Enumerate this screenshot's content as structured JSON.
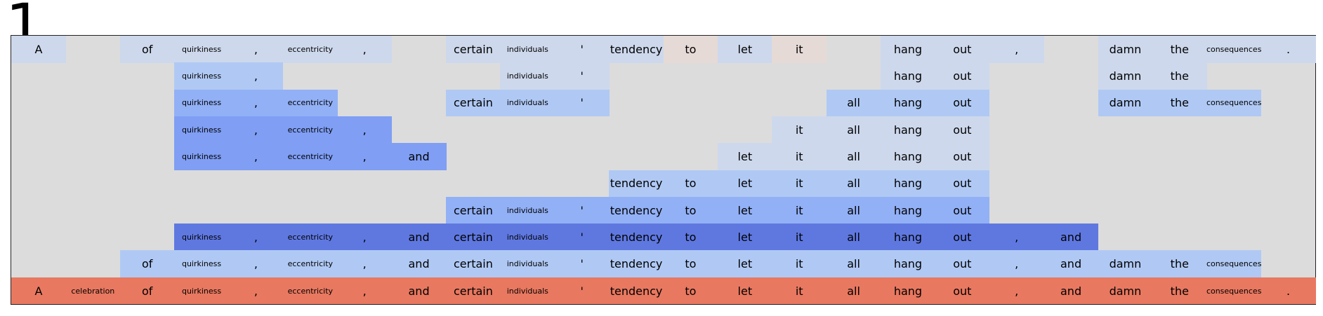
{
  "figure_number": "1",
  "tokens": [
    "A",
    "celebration",
    "of",
    "quirkiness",
    ",",
    "eccentricity",
    ",",
    "and",
    "certain",
    "individuals",
    "'",
    "tendency",
    "to",
    "let",
    "it",
    "all",
    "hang",
    "out",
    ",",
    "and",
    "damn",
    "the",
    "consequences",
    "."
  ],
  "small_tokens": [
    "celebration",
    "quirkiness",
    "eccentricity",
    "individuals",
    "consequences"
  ],
  "colors": {
    "background": "#dcdcdc",
    "levels": [
      "#dcdcdc",
      "#cdd8ec",
      "#b0c9f4",
      "#92b0f6",
      "#7f9ef4",
      "#5f78e0",
      "#e6dad6",
      "#e87860"
    ]
  },
  "rows": [
    [
      1,
      0,
      1,
      1,
      1,
      1,
      1,
      0,
      1,
      1,
      1,
      1,
      6,
      1,
      6,
      0,
      1,
      1,
      1,
      0,
      1,
      1,
      1,
      1
    ],
    [
      0,
      0,
      0,
      2,
      2,
      0,
      0,
      0,
      0,
      1,
      1,
      0,
      0,
      0,
      0,
      0,
      1,
      1,
      0,
      0,
      1,
      1,
      0,
      0
    ],
    [
      0,
      0,
      0,
      3,
      3,
      3,
      0,
      0,
      2,
      2,
      2,
      0,
      0,
      0,
      0,
      2,
      2,
      2,
      0,
      0,
      2,
      2,
      2,
      0
    ],
    [
      0,
      0,
      0,
      4,
      4,
      4,
      4,
      0,
      0,
      0,
      0,
      0,
      0,
      0,
      1,
      1,
      1,
      1,
      0,
      0,
      0,
      0,
      0,
      0
    ],
    [
      0,
      0,
      0,
      4,
      4,
      4,
      4,
      4,
      0,
      0,
      0,
      0,
      0,
      1,
      1,
      1,
      1,
      1,
      0,
      0,
      0,
      0,
      0,
      0
    ],
    [
      0,
      0,
      0,
      0,
      0,
      0,
      0,
      0,
      0,
      0,
      0,
      2,
      2,
      2,
      2,
      2,
      2,
      2,
      0,
      0,
      0,
      0,
      0,
      0
    ],
    [
      0,
      0,
      0,
      0,
      0,
      0,
      0,
      0,
      3,
      3,
      3,
      3,
      3,
      3,
      3,
      3,
      3,
      3,
      0,
      0,
      0,
      0,
      0,
      0
    ],
    [
      0,
      0,
      0,
      5,
      5,
      5,
      5,
      5,
      5,
      5,
      5,
      5,
      5,
      5,
      5,
      5,
      5,
      5,
      5,
      5,
      0,
      0,
      0,
      0
    ],
    [
      0,
      0,
      2,
      2,
      2,
      2,
      2,
      2,
      2,
      2,
      2,
      2,
      2,
      2,
      2,
      2,
      2,
      2,
      2,
      2,
      2,
      2,
      2,
      0
    ],
    [
      7,
      7,
      7,
      7,
      7,
      7,
      7,
      7,
      7,
      7,
      7,
      7,
      7,
      7,
      7,
      7,
      7,
      7,
      7,
      7,
      7,
      7,
      7,
      7
    ]
  ]
}
